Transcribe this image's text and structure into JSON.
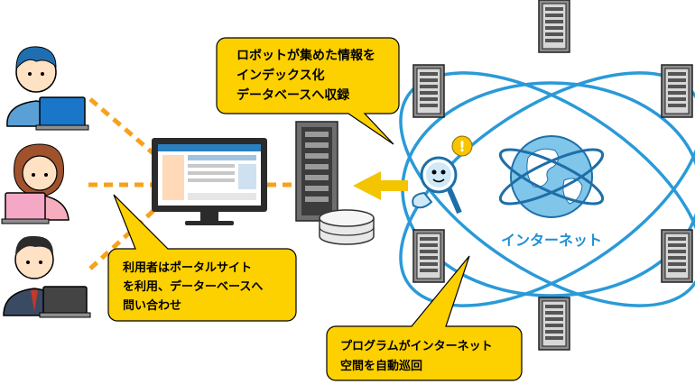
{
  "callouts": {
    "robot": {
      "lines": [
        "ロボットが集めた情報を",
        "インデックス化",
        "データベースへ収録"
      ]
    },
    "users": {
      "lines": [
        "利用者はポータルサイト",
        "を利用、データーベースへ",
        "問い合わせ"
      ]
    },
    "program": {
      "lines": [
        "プログラムがインターネット",
        "空間を自動巡回"
      ]
    }
  },
  "internet": {
    "label": "インターネット"
  },
  "alert": {
    "symbol": "!"
  },
  "colors": {
    "callout_fill": "#fdd000",
    "orbit": "#2a9ad8",
    "dash_line": "#f7a21b",
    "arrow": "#f3c400",
    "internet_label": "#1f8fd6"
  },
  "icons": {
    "users": [
      "user-man-icon",
      "user-woman-icon",
      "user-businessman-icon"
    ],
    "portal": "monitor-icon",
    "server": "server-rack-icon",
    "database": "database-icon",
    "robot": "search-robot-icon",
    "globe": "globe-icon",
    "alert": "exclamation-icon"
  }
}
